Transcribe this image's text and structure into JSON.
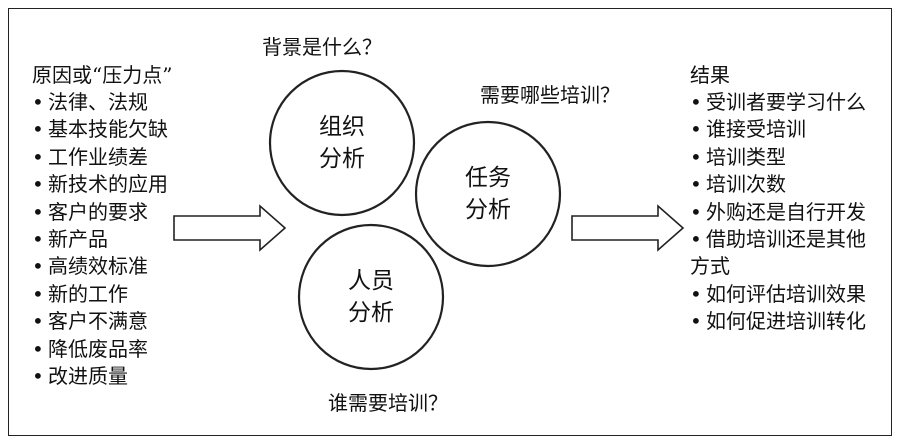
{
  "causes": {
    "title": "原因或“压力点”",
    "items": [
      "法律、法规",
      "基本技能欠缺",
      "工作业绩差",
      "新技术的应用",
      "客户的要求",
      "新产品",
      "高绩效标准",
      "新的工作",
      "客户不满意",
      "降低废品率",
      "改进质量"
    ]
  },
  "questions": {
    "org": "背景是什么？",
    "task": "需要哪些培训？",
    "person": "谁需要培训？"
  },
  "circles": {
    "org": [
      "组织",
      "分析"
    ],
    "task": [
      "任务",
      "分析"
    ],
    "person": [
      "人员",
      "分析"
    ]
  },
  "results": {
    "title": "结果",
    "items": [
      "受训者要学习什么",
      "谁接受培训",
      "培训类型",
      "培训次数",
      "外购还是自行开发",
      "借助培训还是其他",
      "如何评估培训效果",
      "如何促进培训转化"
    ],
    "continuation": "方式"
  },
  "bullet": "•"
}
